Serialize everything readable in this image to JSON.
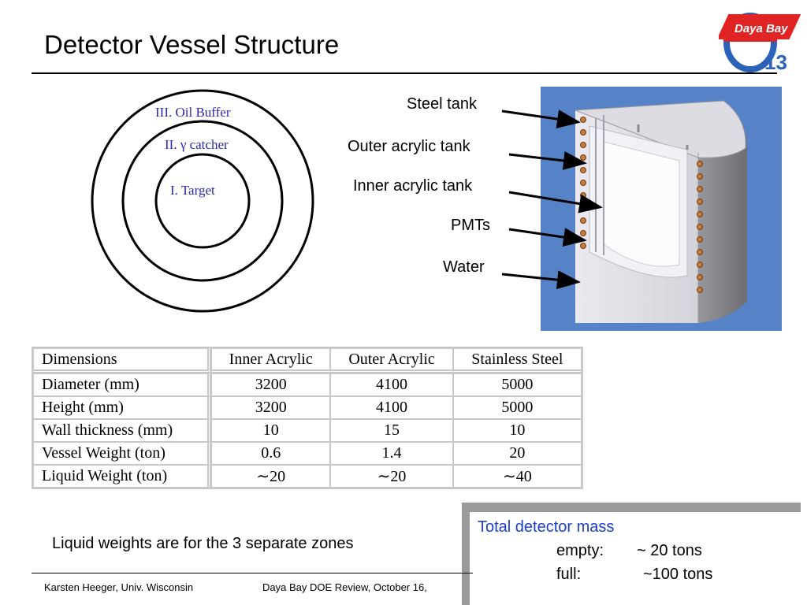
{
  "title": "Detector Vessel Structure",
  "logo": {
    "text": "Daya Bay",
    "number": "13"
  },
  "rings": {
    "zone3": "III. Oil Buffer",
    "zone2": "II. γ catcher",
    "zone1": "I. Target"
  },
  "callouts": {
    "steel_tank": "Steel tank",
    "outer_acrylic": "Outer acrylic tank",
    "inner_acrylic": "Inner acrylic tank",
    "pmts": "PMTs",
    "water": "Water"
  },
  "table": {
    "headers": [
      "Dimensions",
      "Inner Acrylic",
      "Outer Acrylic",
      "Stainless Steel"
    ],
    "rows": [
      [
        "Diameter (mm)",
        "3200",
        "4100",
        "5000"
      ],
      [
        "Height (mm)",
        "3200",
        "4100",
        "5000"
      ],
      [
        "Wall thickness (mm)",
        "10",
        "15",
        "10"
      ],
      [
        "Vessel Weight (ton)",
        "0.6",
        "1.4",
        "20"
      ],
      [
        "Liquid Weight (ton)",
        "∼20",
        "∼20",
        "∼40"
      ]
    ]
  },
  "note": "Liquid weights are for the 3 separate zones",
  "mass": {
    "title": "Total detector mass",
    "empty_label": "empty:",
    "empty_value": "~ 20 tons",
    "full_label": "full:",
    "full_value": "~100 tons"
  },
  "footer": {
    "author": "Karsten Heeger, Univ. Wisconsin",
    "event": "Daya Bay DOE Review, October  16, "
  },
  "colors": {
    "ring_label": "#2a2ab0",
    "mass_title": "#1a3fcc",
    "vessel_bg": "#5683c8"
  }
}
